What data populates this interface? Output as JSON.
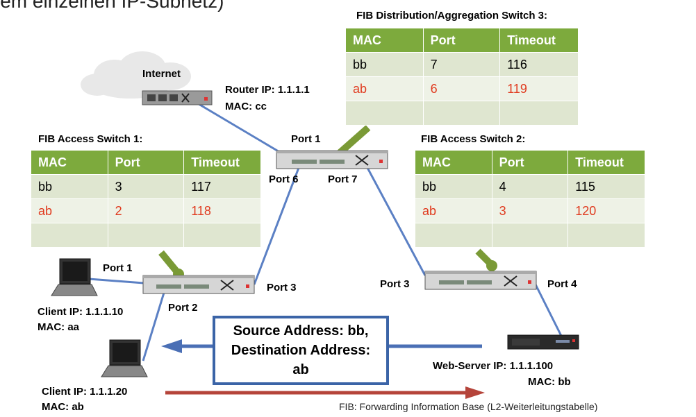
{
  "slide": {
    "title_partial": "lem einzelnen IP-Subnetz)"
  },
  "labels": {
    "internet": "Internet",
    "router_ip": "Router IP: 1.1.1.1",
    "router_mac": "MAC: cc",
    "dist_port1": "Port 1",
    "dist_port6": "Port 6",
    "dist_port7": "Port 7",
    "acc1_port1": "Port 1",
    "acc1_port2": "Port 2",
    "acc1_port3": "Port 3",
    "acc2_port3": "Port 3",
    "acc2_port4": "Port 4",
    "client1_ip": "Client IP: 1.1.1.10",
    "client1_mac": "MAC: aa",
    "client2_ip": "Client IP: 1.1.1.20",
    "client2_mac": "MAC: ab",
    "webserver_ip": "Web-Server IP: 1.1.1.100",
    "webserver_mac": "MAC: bb"
  },
  "message": {
    "line1": "Source Address: bb,",
    "line2": "Destination Address:",
    "line3": "ab"
  },
  "footnote": "FIB: Forwarding Information Base (L2-Weiterleitungstabelle)",
  "fib_tables": {
    "dist": {
      "title": "FIB Distribution/Aggregation Switch 3:",
      "headers": [
        "MAC",
        "Port",
        "Timeout"
      ],
      "rows": [
        [
          "bb",
          "7",
          "116"
        ],
        [
          "ab",
          "6",
          "119"
        ],
        [
          "",
          "",
          ""
        ]
      ]
    },
    "acc1": {
      "title": "FIB Access Switch 1:",
      "headers": [
        "MAC",
        "Port",
        "Timeout"
      ],
      "rows": [
        [
          "bb",
          "3",
          "117"
        ],
        [
          "ab",
          "2",
          "118"
        ],
        [
          "",
          "",
          ""
        ]
      ]
    },
    "acc2": {
      "title": "FIB Access Switch 2:",
      "headers": [
        "MAC",
        "Port",
        "Timeout"
      ],
      "rows": [
        [
          "bb",
          "4",
          "115"
        ],
        [
          "ab",
          "3",
          "120"
        ],
        [
          "",
          "",
          ""
        ]
      ]
    }
  },
  "colors": {
    "link_blue": "#5b80c4",
    "table_header_green": "#7daa3d",
    "new_entry_red": "#e03a1e",
    "arrow_blue": "#4a6fb5",
    "arrow_red": "#b5443a",
    "callout_green": "#7a9a36"
  }
}
